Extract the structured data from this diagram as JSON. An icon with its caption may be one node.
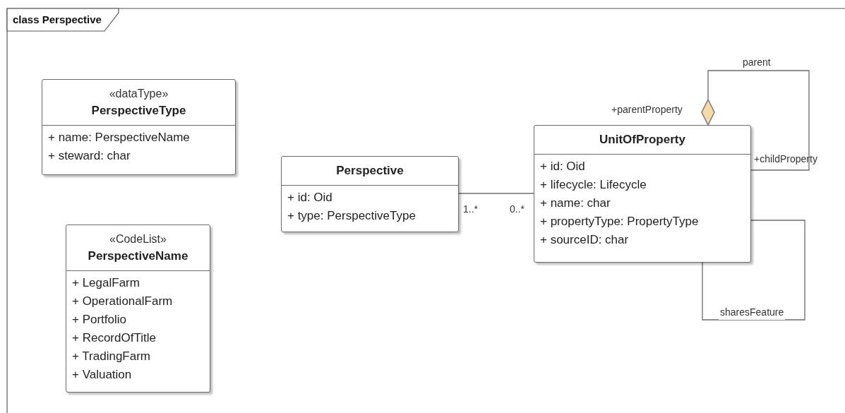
{
  "diagram": {
    "title": "class Perspective",
    "nodes": [
      {
        "text": [
          "«dataType»",
          "PerspectiveType",
          "+ name: PerspectiveName",
          "+ steward: char"
        ]
      },
      {
        "text": [
          "«CodeList»",
          "PerspectiveName",
          "+ LegalFarm",
          "+ OperationalFarm",
          "+ Portfolio",
          "+ RecordOfTitle",
          "+ TradingFarm",
          "+ Valuation"
        ]
      },
      {
        "text": [
          "Perspective",
          "+ id: Oid",
          "+ type: PerspectiveType"
        ]
      },
      {
        "text": [
          "UnitOfProperty",
          "+ id: Oid",
          "+ lifecycle: Lifecycle",
          "+ name: char",
          "+ propertyType: PropertyType",
          "+ sourceID: char"
        ]
      }
    ],
    "edges": [
      {
        "from": 2,
        "to": 3,
        "arrow": "none"
      },
      {
        "from": 3,
        "to": 3,
        "arrow": "other",
        "label": "parent"
      },
      {
        "from": 3,
        "to": 3,
        "arrow": "none",
        "label": "sharesFeature"
      }
    ],
    "labels": [
      "1..*",
      "0..*",
      "+parentProperty",
      "+childProperty"
    ]
  }
}
